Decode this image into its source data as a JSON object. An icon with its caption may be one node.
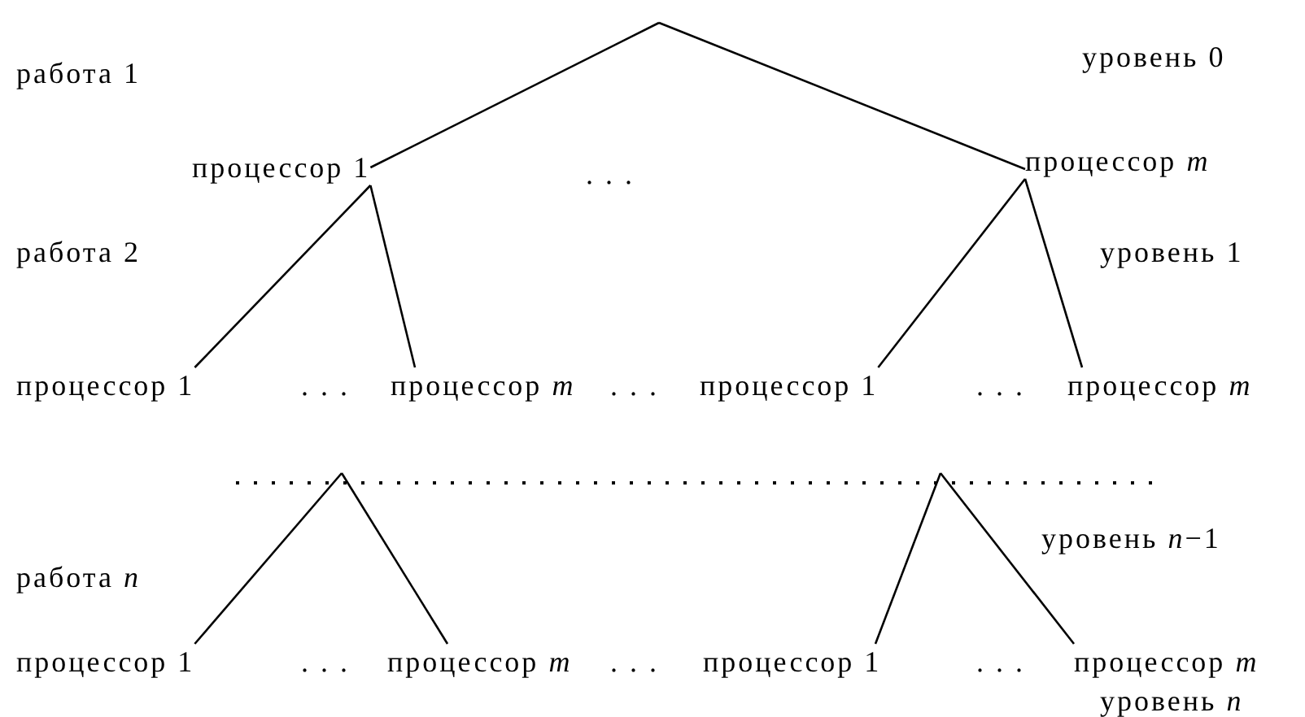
{
  "diagram": {
    "nodes": [
      {
        "text": [
          "процессор 1"
        ]
      },
      {
        "text": [
          "процессор *m*"
        ]
      },
      {
        "text": [
          "процессор 1"
        ]
      },
      {
        "text": [
          "процессор *m*"
        ]
      },
      {
        "text": [
          "процессор 1"
        ]
      },
      {
        "text": [
          "процессор *m*"
        ]
      },
      {
        "text": [
          "процессор 1"
        ]
      },
      {
        "text": [
          "процессор *m*"
        ]
      },
      {
        "text": [
          "процессор 1"
        ]
      },
      {
        "text": [
          "процессор *m*"
        ]
      }
    ],
    "edges": [
      {
        "from": null,
        "to": 0,
        "arrow": "none"
      },
      {
        "from": null,
        "to": 1,
        "arrow": "none"
      },
      {
        "from": 0,
        "to": 2,
        "arrow": "none"
      },
      {
        "from": 0,
        "to": 3,
        "arrow": "none"
      },
      {
        "from": 1,
        "to": 4,
        "arrow": "none"
      },
      {
        "from": 1,
        "to": 5,
        "arrow": "none"
      },
      {
        "from": null,
        "to": 6,
        "arrow": "none"
      },
      {
        "from": null,
        "to": 7,
        "arrow": "none"
      },
      {
        "from": null,
        "to": 8,
        "arrow": "none"
      },
      {
        "from": null,
        "to": 9,
        "arrow": "none"
      }
    ],
    "labels": [
      "работа 1",
      "уровень 0",
      ". . .",
      "работа 2",
      "уровень 1",
      ". . .",
      ". . .",
      ". . .",
      "уровень *n*−1",
      "работа *n*",
      ". . .",
      ". . .",
      ". . .",
      "уровень *n*"
    ]
  }
}
